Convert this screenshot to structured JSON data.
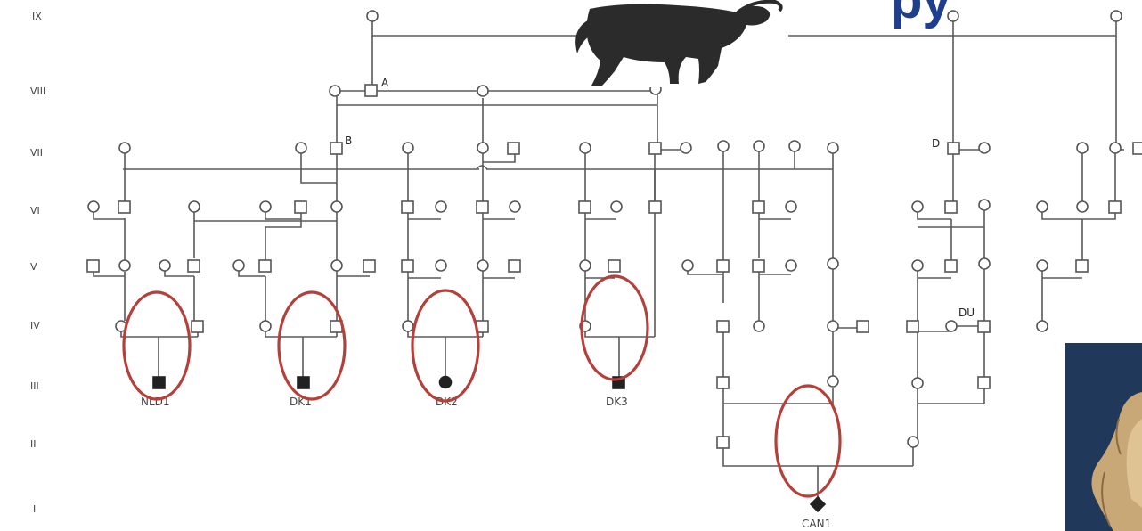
{
  "title_fragment": "py",
  "generations": [
    "IX",
    "VIII",
    "VII",
    "VI",
    "V",
    "IV",
    "III",
    "II",
    "I"
  ],
  "founder_tags": [
    "A",
    "B",
    "D",
    "DU"
  ],
  "probands": [
    "NLD1",
    "DK1",
    "DK2",
    "DK3",
    "CAN1"
  ],
  "images": {
    "bull_icon": "bull-silhouette-icon",
    "dog_photo": "dog-photo"
  },
  "colors": {
    "highlight_ring": "#b5403a",
    "title": "#1f3f8c",
    "lines": "#5a5a5a",
    "affected": "#222222"
  }
}
